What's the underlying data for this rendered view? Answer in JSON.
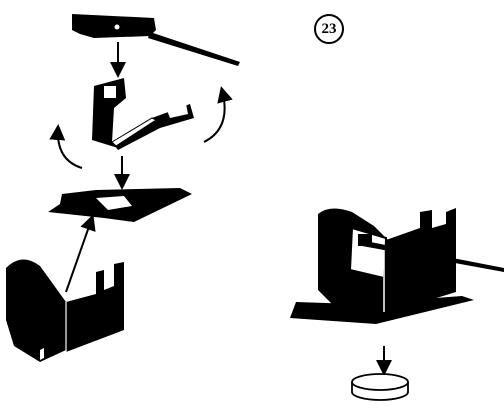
{
  "step_number": "23",
  "colors": {
    "ink": "#000000",
    "paper": "#ffffff"
  },
  "parts": [
    "paper-strip",
    "folded-bracket",
    "flat-blank",
    "slotted-side-piece",
    "assembled-box",
    "coin-weight"
  ]
}
